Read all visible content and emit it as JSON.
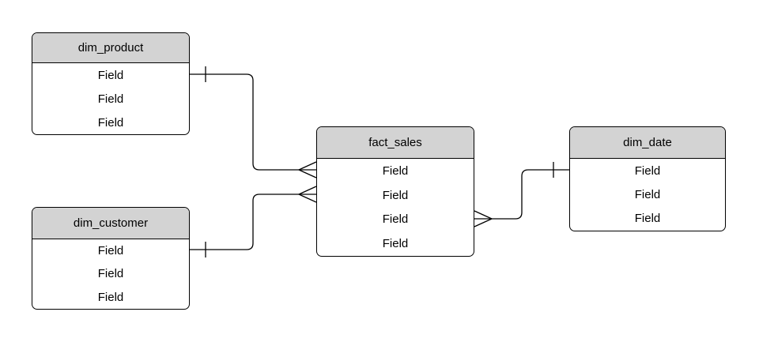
{
  "diagram": {
    "type": "entity-relationship-star-schema",
    "entities": [
      {
        "id": "dim_product",
        "title": "dim_product",
        "fields": [
          "Field",
          "Field",
          "Field"
        ]
      },
      {
        "id": "dim_customer",
        "title": "dim_customer",
        "fields": [
          "Field",
          "Field",
          "Field"
        ]
      },
      {
        "id": "fact_sales",
        "title": "fact_sales",
        "fields": [
          "Field",
          "Field",
          "Field",
          "Field"
        ]
      },
      {
        "id": "dim_date",
        "title": "dim_date",
        "fields": [
          "Field",
          "Field",
          "Field"
        ]
      }
    ],
    "relationships": [
      {
        "from": "dim_product",
        "to": "fact_sales",
        "from_cardinality": "one",
        "to_cardinality": "many"
      },
      {
        "from": "dim_customer",
        "to": "fact_sales",
        "from_cardinality": "one",
        "to_cardinality": "many"
      },
      {
        "from": "dim_date",
        "to": "fact_sales",
        "from_cardinality": "one",
        "to_cardinality": "many"
      }
    ],
    "colors": {
      "header_fill": "#d3d3d3",
      "body_fill": "#ffffff",
      "border": "#000000",
      "line": "#000000",
      "text": "#000000",
      "background": "#ffffff"
    }
  }
}
